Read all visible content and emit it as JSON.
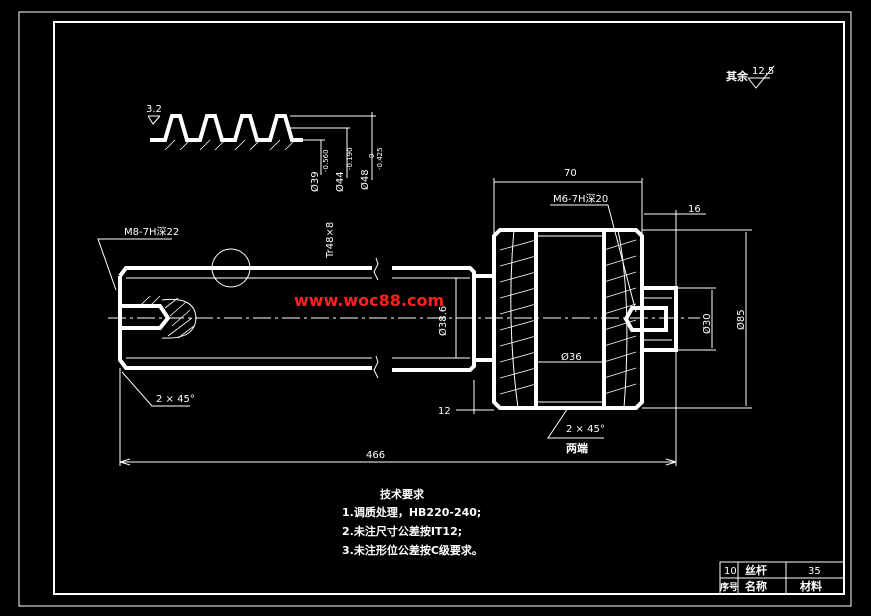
{
  "roughness": {
    "qita": "其余",
    "value": "12.5"
  },
  "thread_profile": {
    "roughness": "3.2"
  },
  "dims": {
    "d39": "Ø39",
    "d39_tol": "-0.560",
    "d44": "Ø44",
    "d44_tol": "-0.190",
    "d48": "Ø48",
    "d48_tol1": "0",
    "d48_tol2": "-0.425",
    "tr": "Tr48×8",
    "m8": "M8-7H深22",
    "m6": "M6-7H深20",
    "len70": "70",
    "len16": "16",
    "d85": "Ø85",
    "d30": "Ø30",
    "d36": "Ø36",
    "d386": "Ø38.6",
    "len12": "12",
    "ch_left": "2 × 45°",
    "ch_right": "2 × 45°",
    "liangduan": "两端",
    "len466": "466"
  },
  "watermark": "www.woc88.com",
  "tech": {
    "title": "技术要求",
    "items": [
      "1.调质处理，HB220-240;",
      "2.未注尺寸公差按IT12;",
      "3.未注形位公差按C级要求。"
    ]
  },
  "titleblock": {
    "row1": [
      "10",
      "丝杆",
      "35"
    ],
    "row2": [
      "序号",
      "名称",
      "材料"
    ]
  }
}
